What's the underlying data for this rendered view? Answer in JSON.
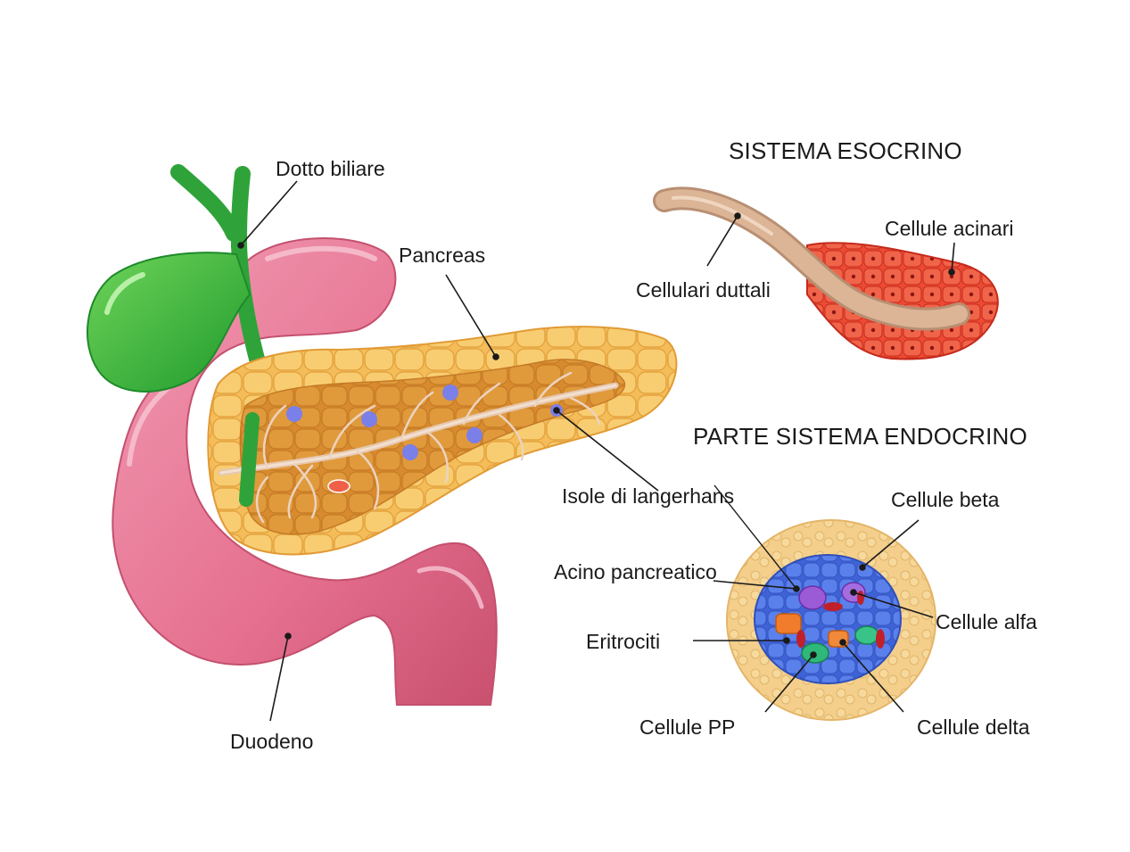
{
  "headings": {
    "exocrine": "SISTEMA ESOCRINO",
    "endocrine": "PARTE SISTEMA ENDOCRINO"
  },
  "labels": {
    "bile_duct": "Dotto biliare",
    "pancreas": "Pancreas",
    "duodenum": "Duodeno",
    "islets": "Isole di langerhans",
    "ductal_cells": "Cellulari duttali",
    "acinar_cells": "Cellule acinari",
    "beta_cells": "Cellule beta",
    "pancreatic_acinus": "Acino pancreatico",
    "alpha_cells": "Cellule alfa",
    "erythrocytes": "Eritrociti",
    "pp_cells": "Cellule PP",
    "delta_cells": "Cellule delta"
  },
  "colors": {
    "duodenum": "#e8708f",
    "gallbladder": "#3eb43e",
    "pancreas": "#f0b048",
    "pancreas_core": "#d98a2c",
    "islet": "#7b7fe8",
    "acinar": "#e8432e",
    "duct": "#d9b08f",
    "islet_blue": "#4a72e0",
    "alpha": "#9b5ad6",
    "delta": "#f07c2c",
    "pp": "#2fb87a",
    "erythrocyte": "#c0202a",
    "acinus_tan": "#f2c77c"
  }
}
